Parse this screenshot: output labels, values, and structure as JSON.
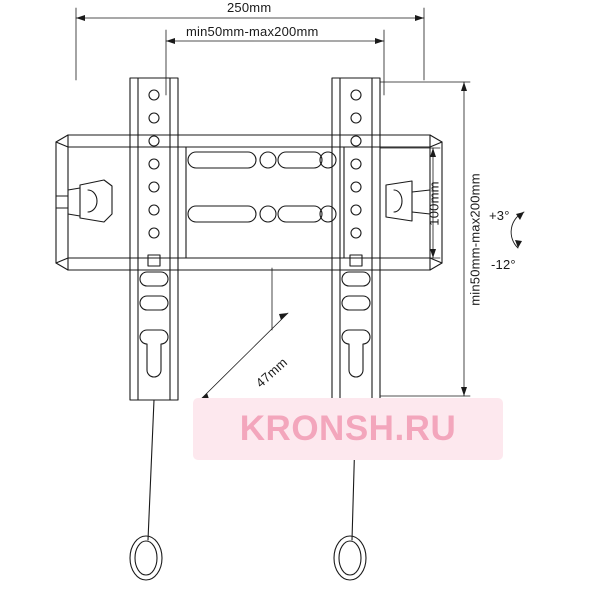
{
  "diagram": {
    "title": "TV wall mount bracket technical drawing",
    "dimensions": {
      "overall_width": "250mm",
      "horizontal_range": "min50mm-max200mm",
      "vertical_100": "100mm",
      "vertical_range": "min50mm-max200mm",
      "depth": "47mm"
    },
    "tilt": {
      "up": "+3°",
      "down": "-12°"
    },
    "watermark": "KRONSH.RU",
    "colors": {
      "line": "#1a1a1a",
      "watermark_bg": "#fde8ee",
      "watermark_text": "#f3a6bc"
    }
  }
}
